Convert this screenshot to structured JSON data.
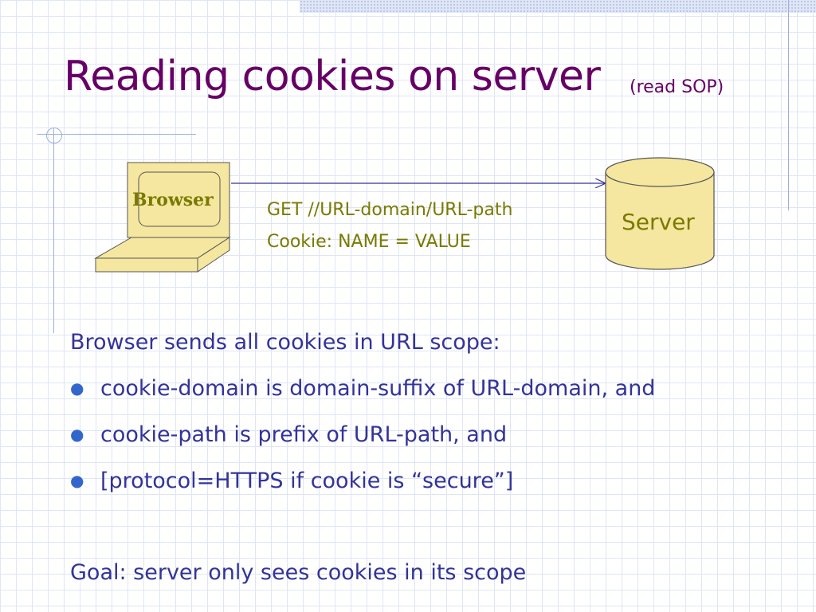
{
  "slide": {
    "title": "Reading cookies on server",
    "subtitle": "(read SOP)"
  },
  "diagram": {
    "browser_label": "Browser",
    "server_label": "Server",
    "request_line": "GET  //URL-domain/URL-path",
    "cookie_line": "Cookie:  NAME = VALUE"
  },
  "body": {
    "intro": "Browser sends all cookies in URL scope:",
    "bullets": [
      "cookie-domain is domain-suffix of URL-domain, and",
      "cookie-path is prefix of URL-path, and",
      "[protocol=HTTPS  if cookie is “secure”]"
    ],
    "goal": "Goal:   server only sees cookies in its scope"
  },
  "colors": {
    "title": "#660066",
    "body_text": "#333399",
    "diagram_text": "#7a7a00",
    "shape_fill": "#f5e6a0",
    "bullet": "#3366cc"
  },
  "icons": [
    "laptop-icon",
    "database-cylinder-icon",
    "arrow-right-icon",
    "bullet-icon"
  ]
}
